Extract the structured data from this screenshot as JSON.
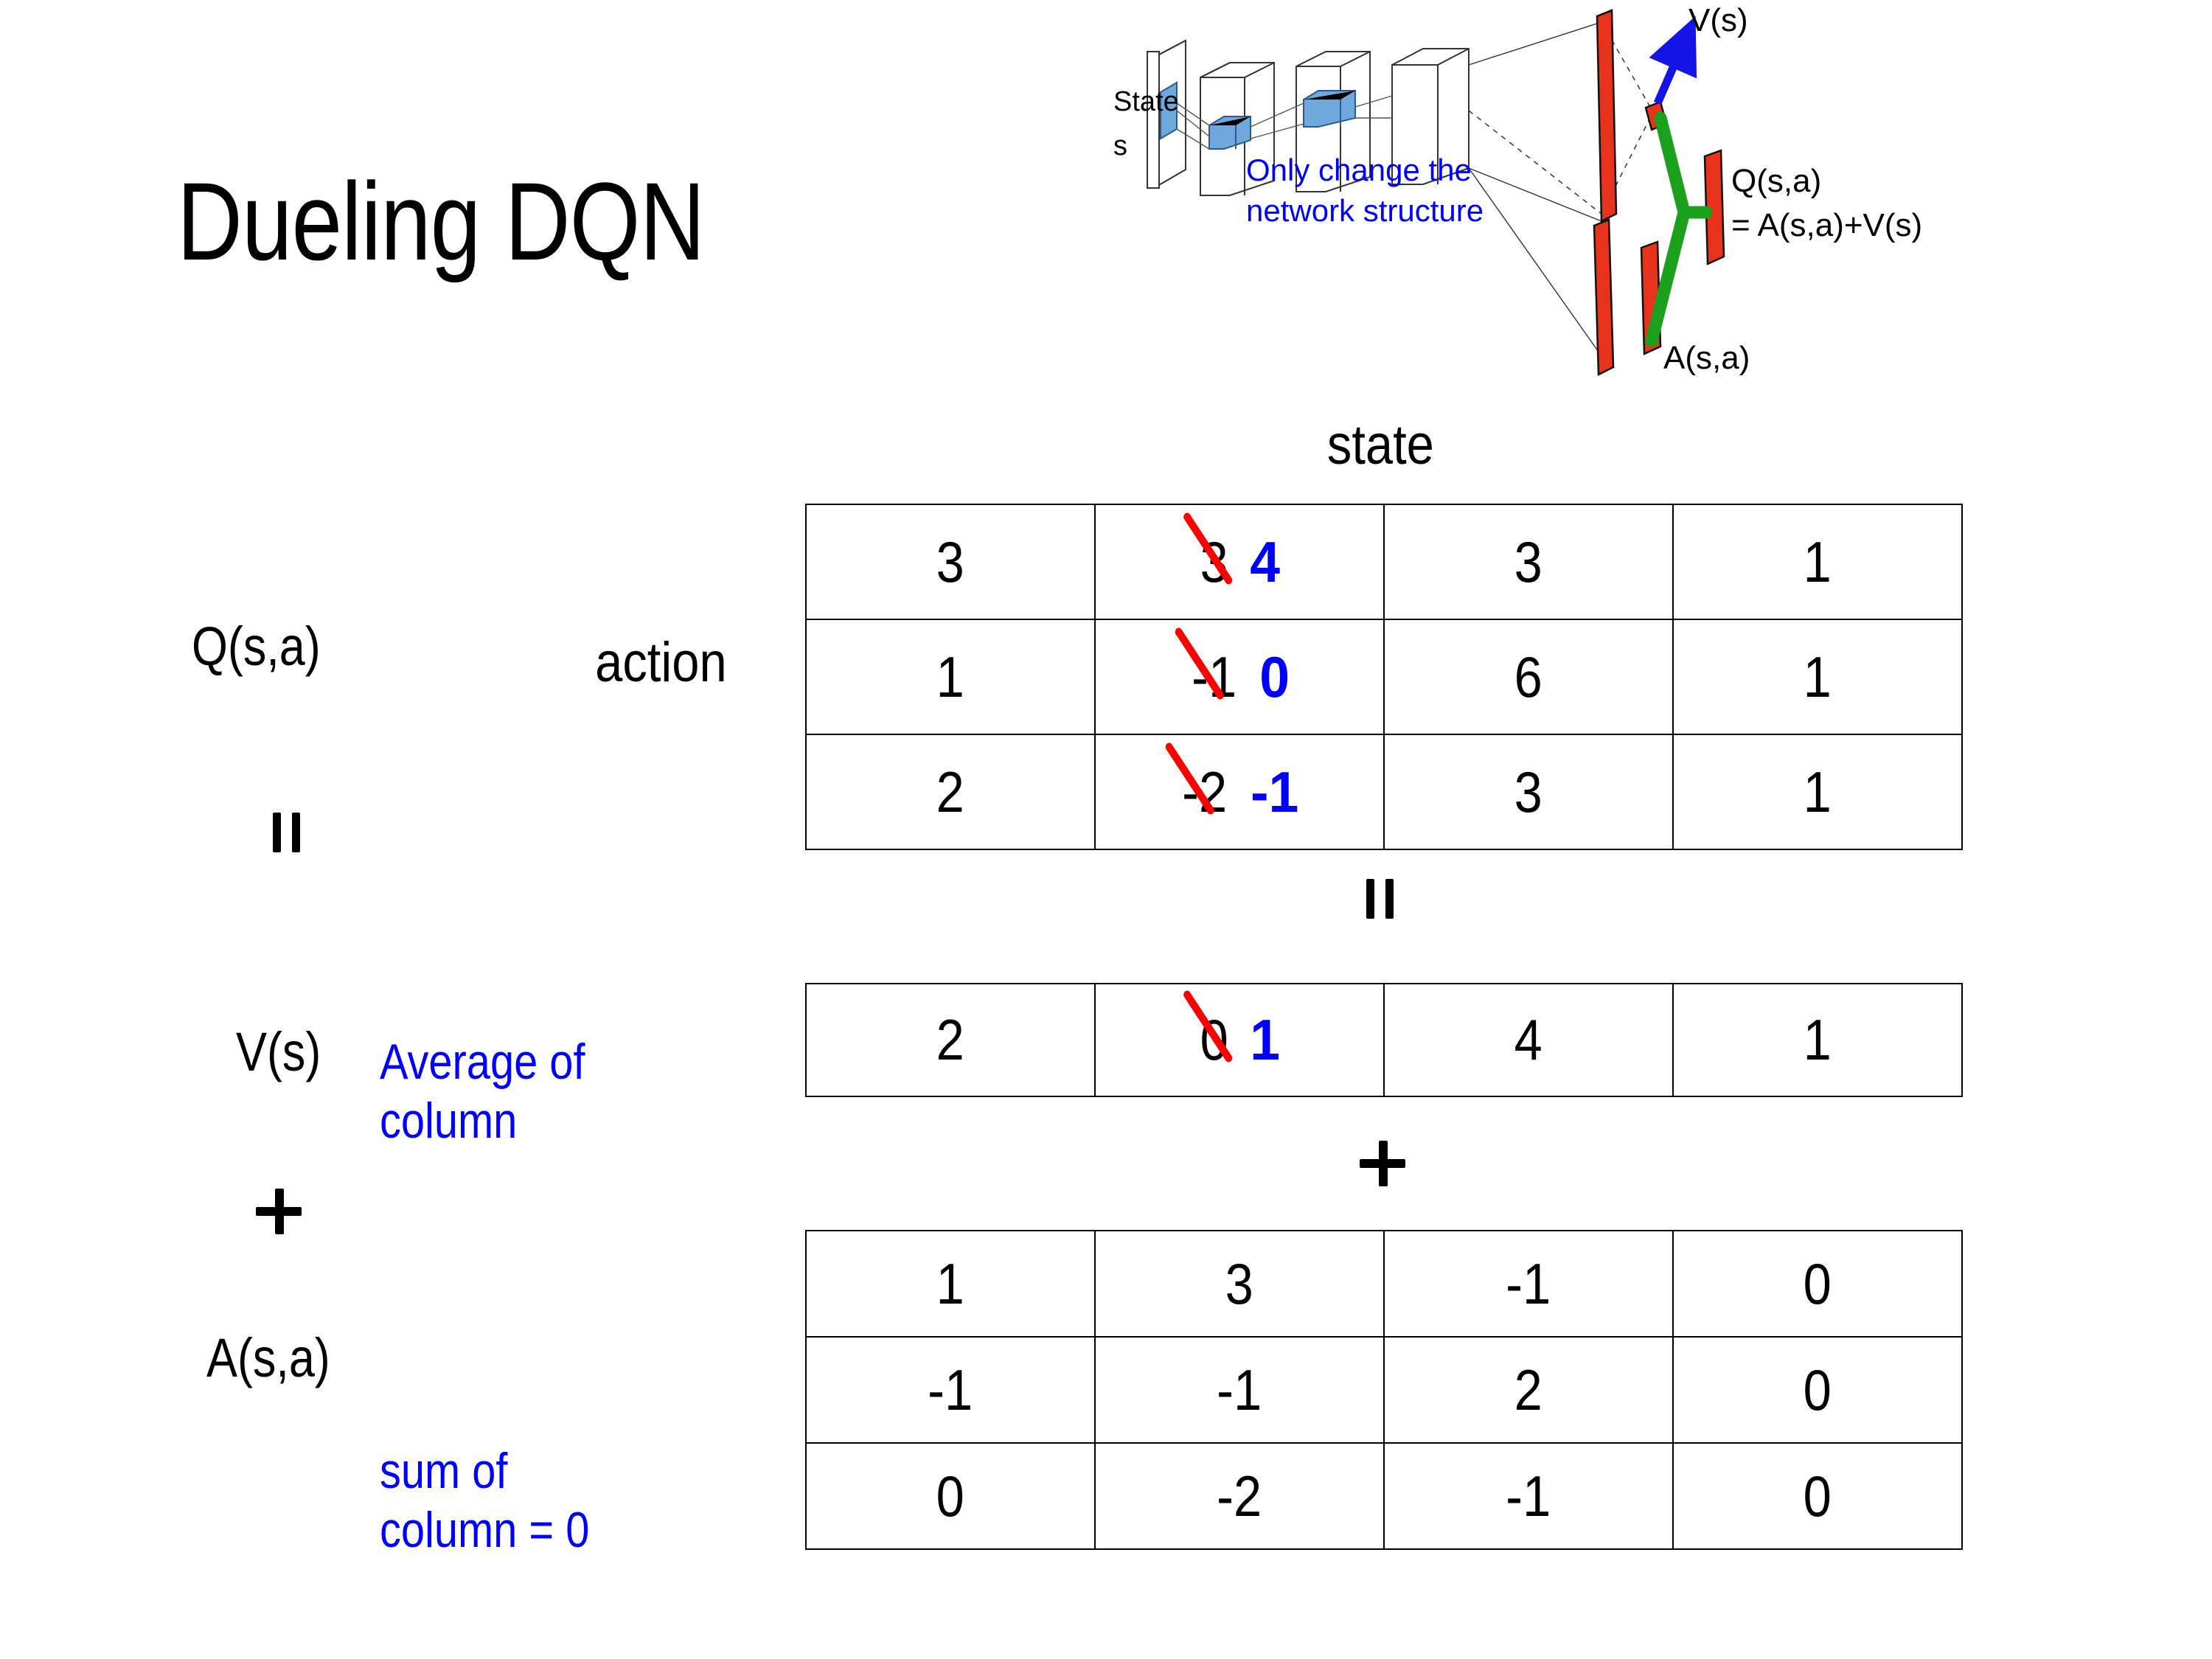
{
  "slide": {
    "title": "Dueling DQN"
  },
  "diagram": {
    "state_label_line1": "State",
    "state_label_line2": "s",
    "note": "Only change the\nnetwork structure",
    "v_output_label": "V(s)",
    "a_output_label": "A(s,a)",
    "q_output_label_line1": "Q(s,a)",
    "q_output_label_line2": "= A(s,a)+V(s)",
    "colors": {
      "note_blue": "#0000FF",
      "arrow_blue": "#1414E6",
      "bar_red": "#E8331C",
      "join_green": "#1AA01A",
      "layer_blue": "#6FA8DC"
    }
  },
  "labels": {
    "state_header": "state",
    "action_header": "action",
    "q_label": "Q(s,a)",
    "v_label": "V(s)",
    "a_label": "A(s,a)",
    "v_note": "Average of\ncolumn",
    "a_note": "sum of\ncolumn = 0",
    "equals_symbol": "=",
    "plus_symbol": "+"
  },
  "colors": {
    "strike_red": "#FF0000",
    "new_value_blue": "#0000FF",
    "text_black": "#000000"
  },
  "chart_data": {
    "type": "table",
    "title": "Dueling DQN decomposition Q(s,a) = V(s) + A(s,a)",
    "axis_labels": {
      "columns": "state",
      "rows": "action"
    },
    "tables": [
      {
        "name": "Q(s,a)",
        "rows": [
          [
            {
              "value": "3"
            },
            {
              "value": "3",
              "struck": true,
              "replacement": "4"
            },
            {
              "value": "3"
            },
            {
              "value": "1"
            }
          ],
          [
            {
              "value": "1"
            },
            {
              "value": "-1",
              "struck": true,
              "replacement": "0"
            },
            {
              "value": "6"
            },
            {
              "value": "1"
            }
          ],
          [
            {
              "value": "2"
            },
            {
              "value": "-2",
              "struck": true,
              "replacement": "-1"
            },
            {
              "value": "3"
            },
            {
              "value": "1"
            }
          ]
        ]
      },
      {
        "name": "V(s)",
        "rows": [
          [
            {
              "value": "2"
            },
            {
              "value": "0",
              "struck": true,
              "replacement": "1"
            },
            {
              "value": "4"
            },
            {
              "value": "1"
            }
          ]
        ]
      },
      {
        "name": "A(s,a)",
        "rows": [
          [
            {
              "value": "1"
            },
            {
              "value": "3"
            },
            {
              "value": "-1"
            },
            {
              "value": "0"
            }
          ],
          [
            {
              "value": "-1"
            },
            {
              "value": "-1"
            },
            {
              "value": "2"
            },
            {
              "value": "0"
            }
          ],
          [
            {
              "value": "0"
            },
            {
              "value": "-2"
            },
            {
              "value": "-1"
            },
            {
              "value": "0"
            }
          ]
        ]
      }
    ]
  }
}
